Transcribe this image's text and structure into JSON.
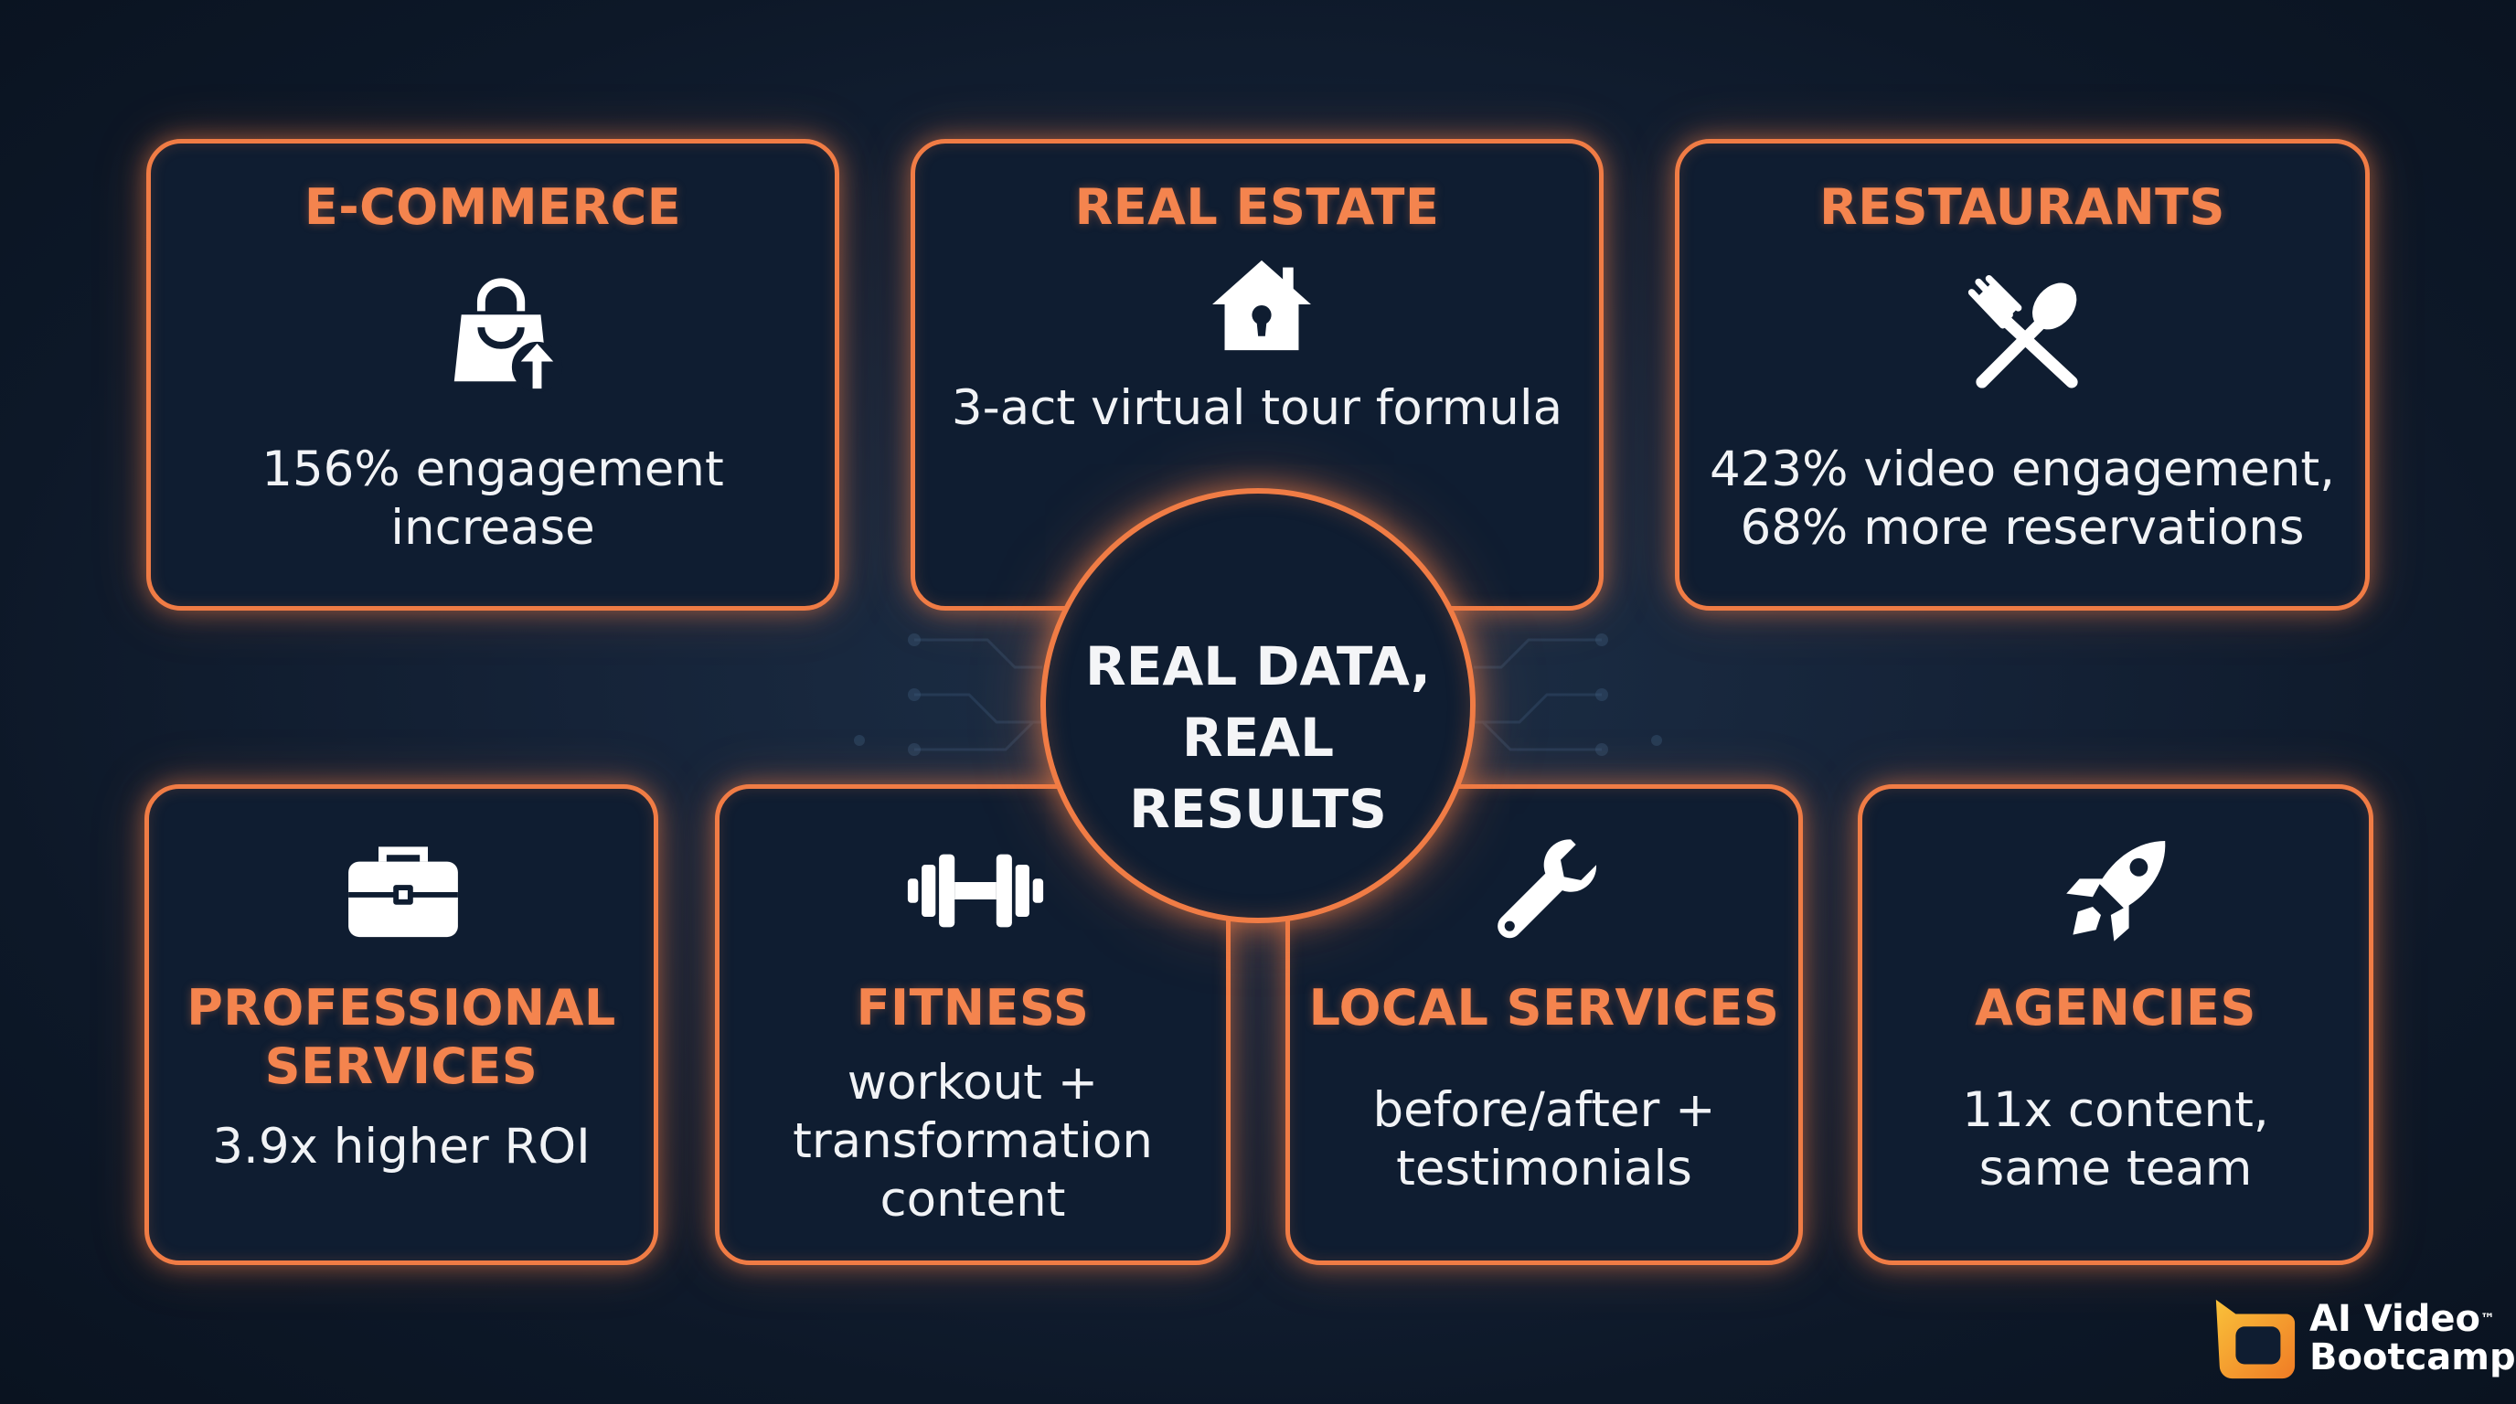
{
  "colors": {
    "accent": "#f07c45",
    "card_bg": "#0f1d31",
    "background": "#13223a",
    "text": "#f1f3f6"
  },
  "center": {
    "line1": "REAL DATA,",
    "line2": "REAL RESULTS"
  },
  "cards": {
    "ecommerce": {
      "title": "E-COMMERCE",
      "desc": "156% engagement\nincrease",
      "icon": "shopping-bag-icon"
    },
    "real_estate": {
      "title": "REAL ESTATE",
      "desc": "3-act virtual tour formula",
      "icon": "house-icon"
    },
    "restaurants": {
      "title": "RESTAURANTS",
      "desc": "423% video engagement,\n68% more reservations",
      "icon": "fork-spoon-icon"
    },
    "professional": {
      "title": "PROFESSIONAL\nSERVICES",
      "desc": "3.9x higher ROI",
      "icon": "briefcase-icon"
    },
    "fitness": {
      "title": "FITNESS",
      "desc": "workout +\ntransformation\ncontent",
      "icon": "dumbbell-icon"
    },
    "local": {
      "title": "LOCAL SERVICES",
      "desc": "before/after +\ntestimonials",
      "icon": "wrench-icon"
    },
    "agencies": {
      "title": "AGENCIES",
      "desc": "11x content,\nsame team",
      "icon": "rocket-icon"
    }
  },
  "logo": {
    "line1": "AI Video",
    "tm": "™",
    "line2": "Bootcamp",
    "icon": "ai-video-bootcamp-logo-icon"
  }
}
